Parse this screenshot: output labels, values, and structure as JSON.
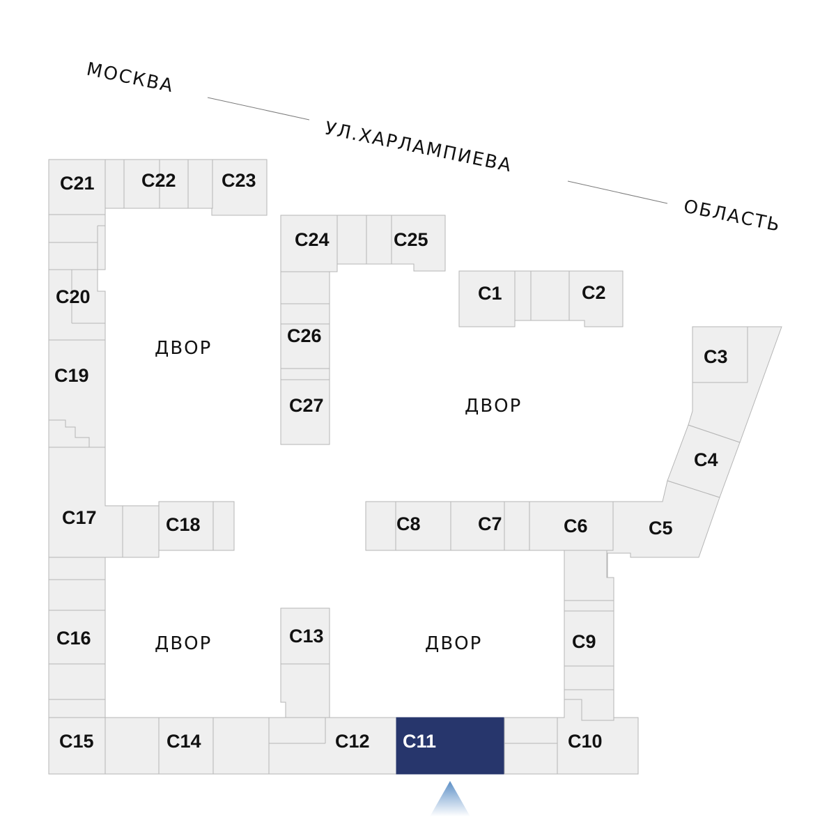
{
  "street": {
    "part1": "МОСКВА",
    "part2": "УЛ.ХАРЛАМПИЕВА",
    "part3": "ОБЛАСТЬ"
  },
  "yards": [
    "ДВОР",
    "ДВОР",
    "ДВОР",
    "ДВОР"
  ],
  "sections": {
    "c1": "С1",
    "c2": "С2",
    "c3": "С3",
    "c4": "С4",
    "c5": "С5",
    "c6": "С6",
    "c7": "С7",
    "c8": "С8",
    "c9": "С9",
    "c10": "С10",
    "c11": "С11",
    "c12": "С12",
    "c13": "С13",
    "c14": "С14",
    "c15": "С15",
    "c16": "С16",
    "c17": "С17",
    "c18": "С18",
    "c19": "С19",
    "c20": "С20",
    "c21": "С21",
    "c22": "С22",
    "c23": "С23",
    "c24": "С24",
    "c25": "С25",
    "c26": "С26",
    "c27": "С27"
  },
  "selected_section": "С11",
  "colors": {
    "block_fill": "#efefef",
    "block_stroke": "#b5b5b5",
    "selected_fill": "#27366c",
    "marker_top": "#5c8fc6",
    "marker_bottom": "#ffffff"
  }
}
